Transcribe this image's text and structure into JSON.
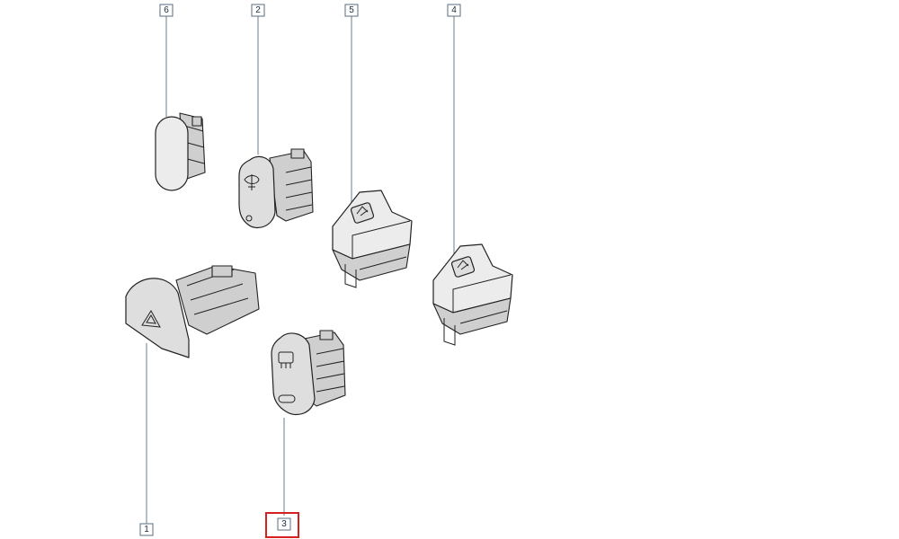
{
  "callouts": [
    {
      "id": "6",
      "label": "6"
    },
    {
      "id": "2",
      "label": "2"
    },
    {
      "id": "5",
      "label": "5"
    },
    {
      "id": "4",
      "label": "4"
    },
    {
      "id": "1",
      "label": "1"
    },
    {
      "id": "3",
      "label": "3",
      "highlighted": true
    }
  ],
  "colors": {
    "highlight": "#d62020",
    "leader_line": "#6b7c8c"
  },
  "icons": [
    "hazard-triangle-icon",
    "rear-fog-light-icon",
    "window-lift-icon"
  ]
}
